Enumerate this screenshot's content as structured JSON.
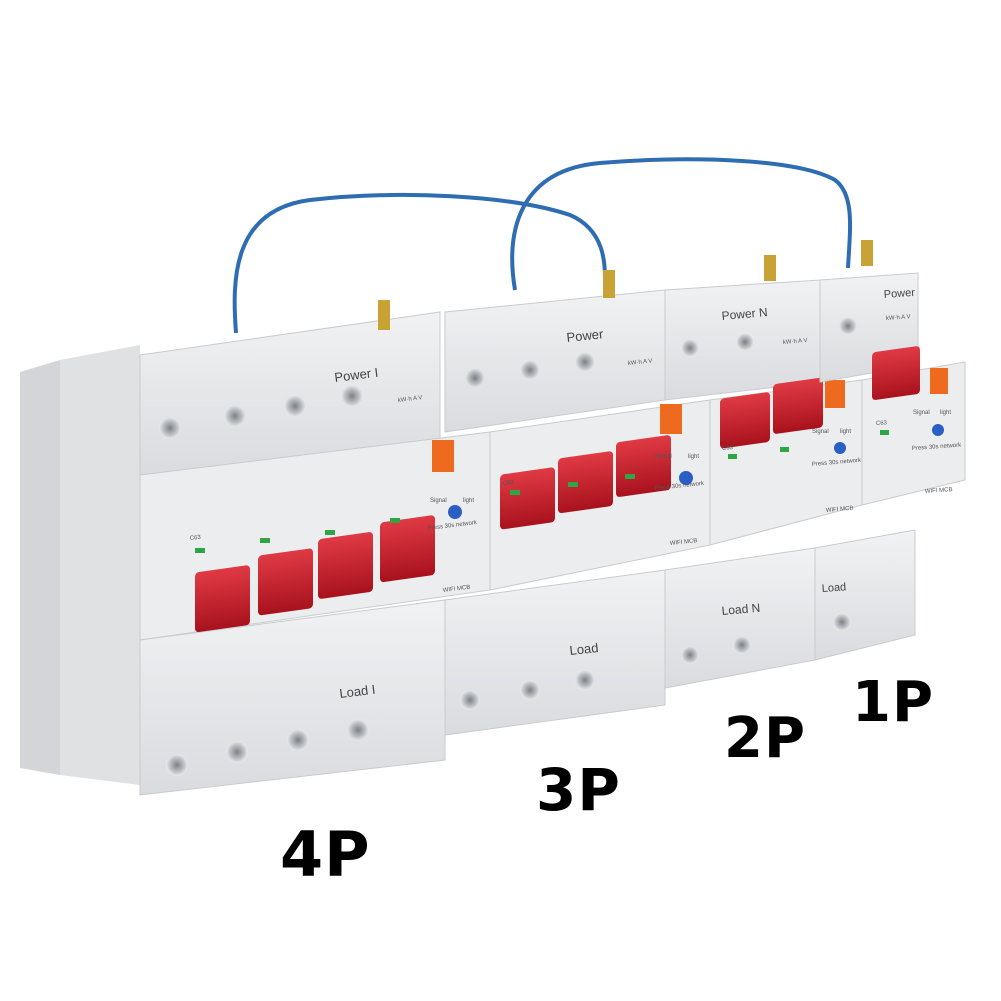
{
  "pole_labels": {
    "four_pole": "4P",
    "three_pole": "3P",
    "two_pole": "2P",
    "one_pole": "1P"
  },
  "breakers": {
    "four_pole": {
      "power_label": "Power I",
      "load_label": "Load I",
      "rating": "C63",
      "brand_label": "WIFI MCB",
      "signal_label": "Signal",
      "light_label": "light",
      "press_label": "Press 30s network",
      "units_label": "kW·h  A  V"
    },
    "three_pole": {
      "power_label": "Power",
      "load_label": "Load",
      "rating": "C63",
      "brand_label": "WIFI MCB",
      "signal_label": "Signal",
      "light_label": "light",
      "press_label": "Press 30s network",
      "units_label": "kW·h  A  V"
    },
    "two_pole": {
      "power_label": "Power N",
      "load_label": "Load N",
      "rating": "C63",
      "brand_label": "WIFI MCB",
      "signal_label": "Signal",
      "light_label": "light",
      "press_label": "Press 30s network",
      "units_label": "kW·h  A  V"
    },
    "one_pole": {
      "power_label": "Power",
      "load_label": "Load",
      "rating": "C63",
      "brand_label": "WIFI MCB",
      "signal_label": "Signal",
      "light_label": "light",
      "press_label": "Press 30s network",
      "units_label": "kW·h  A  V"
    }
  },
  "colors": {
    "body": "#e6e7e9",
    "handle": "#c8202c",
    "wire": "#2f6db3",
    "antenna": "#c9a236",
    "lock_tab": "#ee6a1f",
    "led": "#2fa646"
  }
}
